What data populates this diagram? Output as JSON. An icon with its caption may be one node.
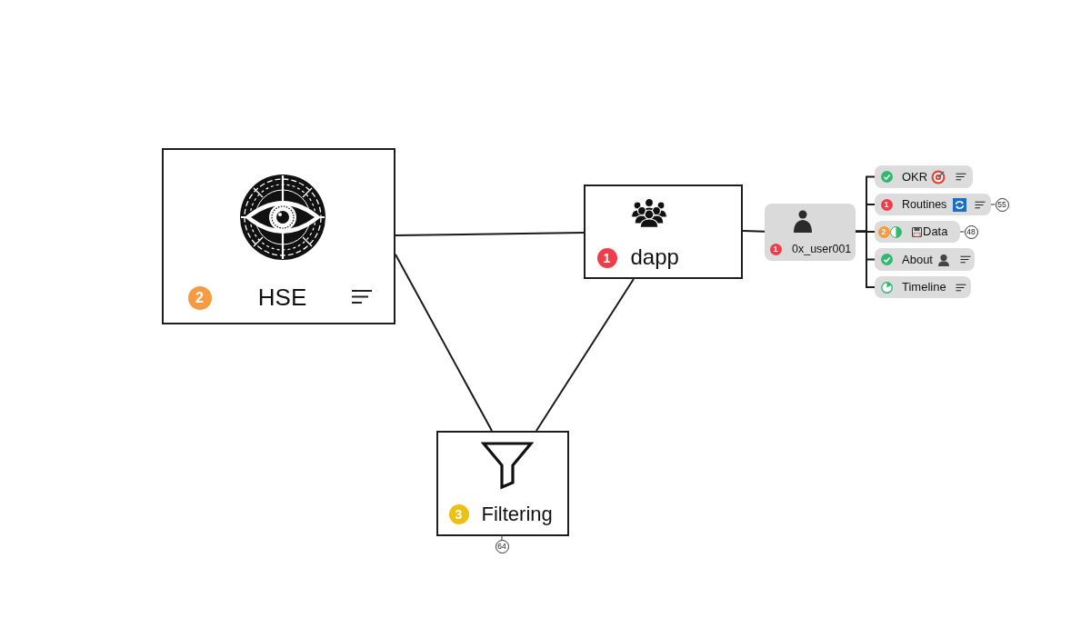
{
  "diagram": {
    "nodes": [
      {
        "text": [
          "2",
          "HSE"
        ]
      },
      {
        "text": [
          "1",
          "dapp"
        ]
      },
      {
        "text": [
          "3",
          "Filtering"
        ],
        "beside": [
          "64"
        ]
      },
      {
        "text": [
          "1",
          "0x_user001"
        ]
      },
      {
        "text": [
          "OKR"
        ]
      },
      {
        "text": [
          "1",
          "Routines"
        ],
        "beside": [
          "55"
        ]
      },
      {
        "text": [
          "2",
          "Data"
        ],
        "beside": [
          "48"
        ]
      },
      {
        "text": [
          "About"
        ]
      },
      {
        "text": [
          "Timeline"
        ]
      }
    ],
    "edges": [
      {
        "from": 0,
        "to": 1,
        "arrow": "none"
      },
      {
        "from": 0,
        "to": 2,
        "arrow": "none"
      },
      {
        "from": 1,
        "to": 2,
        "arrow": "none"
      },
      {
        "from": 1,
        "to": 3,
        "arrow": "none"
      },
      {
        "from": 3,
        "to": 4,
        "arrow": "none"
      },
      {
        "from": 3,
        "to": 5,
        "arrow": "none"
      },
      {
        "from": 3,
        "to": 6,
        "arrow": "none"
      },
      {
        "from": 3,
        "to": 7,
        "arrow": "none"
      },
      {
        "from": 3,
        "to": 8,
        "arrow": "none"
      }
    ]
  }
}
